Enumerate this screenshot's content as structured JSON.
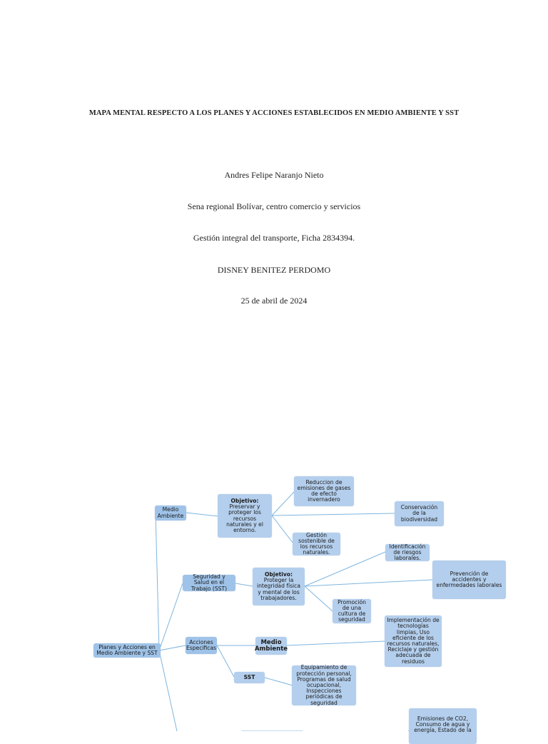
{
  "document": {
    "title": "MAPA MENTAL RESPECTO A LOS PLANES Y ACCIONES ESTABLECIDOS EN MEDIO AMBIENTE Y SST",
    "author": "Andres Felipe Naranjo Nieto",
    "institution": "Sena regional Bolívar, centro comercio y servicios",
    "program": "Gestión integral del transporte, Ficha 2834394.",
    "instructor": "DISNEY BENITEZ PERDOMO",
    "date": "25 de abril de 2024"
  },
  "mindmap": {
    "root": "Planes y Acciones en Medio Ambiente y SST",
    "medio_ambiente": "Medio Ambiente",
    "ma_objetivo_label": "Objetivo:",
    "ma_objetivo_text": "Preservar y proteger los recursos naturales y el entorno.",
    "ma_reduccion": "Reduccion de emisiones de gases de efecto invernadero",
    "ma_conservacion": "Conservación de la biodiversidad",
    "ma_gestion": "Gestión sostenible de los recursos naturales.",
    "sst": "Seguridad y Salud en el Trabajo (SST)",
    "sst_objetivo_label": "Objetivo:",
    "sst_objetivo_text": "Proteger la integridad física y mental de los trabajadores.",
    "sst_identificacion": "Identificación de riesgos laborales.",
    "sst_prevencion": "Prevención de accidentes y enfermedades laborales",
    "sst_promocion": "Promoción de una cultura de seguridad",
    "acciones": "Acciones Especificas",
    "acc_medio_ambiente": "Medio Ambiente",
    "acc_sst": "SST",
    "acc_implementacion": "Implementación de tecnologías limpias, Uso eficiente de los recursos naturales, Reciclaje y gestión adecuada de residuos",
    "acc_equipamiento": "Equipamiento de protección personal, Programas de salud ocupacional, Inspecciones periódicas de seguridad",
    "partial_emisiones": "Emisiones de CO2, Consumo de agua y energía, Estado de la"
  }
}
